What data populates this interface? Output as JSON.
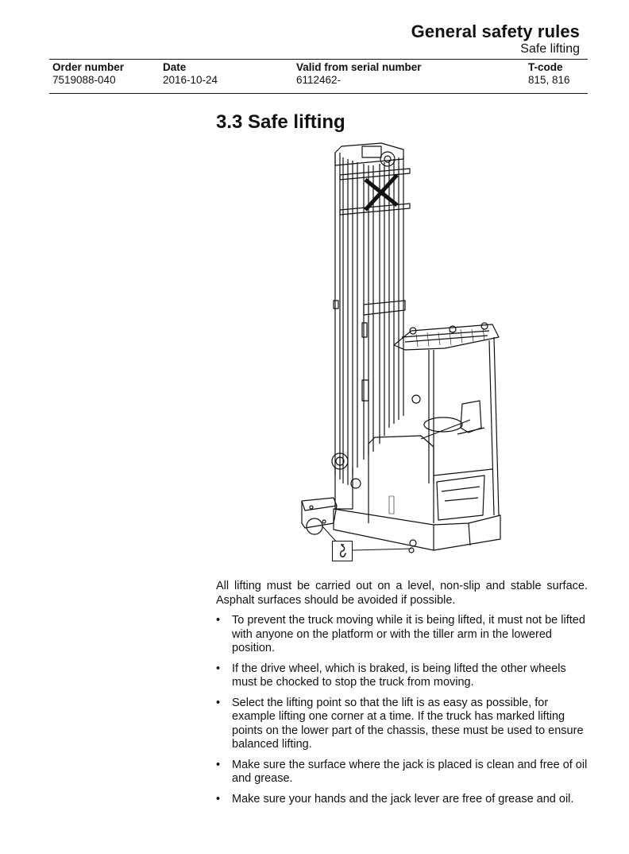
{
  "header": {
    "title": "General safety rules",
    "subtitle": "Safe lifting",
    "columns": [
      {
        "label": "Order number",
        "value": "7519088-040"
      },
      {
        "label": "Date",
        "value": "2016-10-24"
      },
      {
        "label": "Valid from serial number",
        "value": "6112462-"
      },
      {
        "label": "T-code",
        "value": "815, 816"
      }
    ]
  },
  "section": {
    "number": "3.3",
    "title": "3.3  Safe lifting"
  },
  "figure": {
    "description": "Line drawing of reach truck with raised mast, operator compartment and marked lifting points",
    "icons": [
      "reach-truck-illustration",
      "lifting-hook-icon"
    ],
    "callout_symbol": "hook"
  },
  "body": {
    "intro": "All lifting must be carried out on a level, non-slip and stable surface. Asphalt surfaces should be avoided if possible.",
    "bullet_glyph": "•",
    "bullets": [
      "To prevent the truck moving while it is being lifted, it must not be lifted with anyone on the platform or with the tiller arm in the lowered position.",
      "If the drive wheel, which is braked, is being lifted the other wheels must be chocked to stop the truck from moving.",
      "Select the lifting point so that the lift is as easy as possible, for example lifting one corner at a time. If the truck has marked lifting points on the lower part of the chassis, these must be used to ensure balanced lifting.",
      "Make sure the surface where the jack is placed is clean and free of oil and grease.",
      "Make sure your hands and the jack lever are free of grease and oil."
    ]
  }
}
